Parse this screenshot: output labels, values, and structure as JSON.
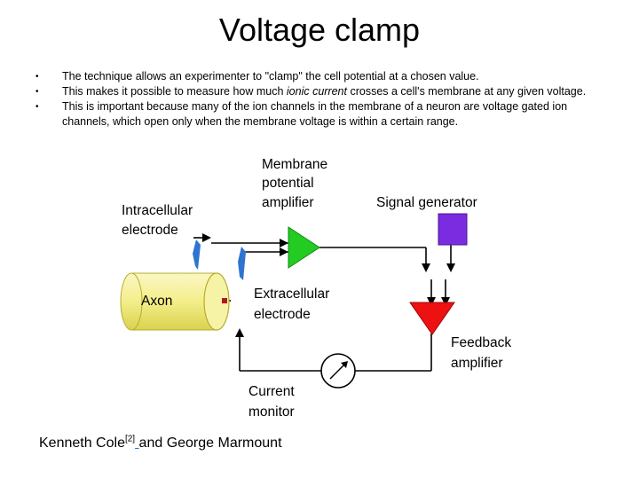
{
  "slide": {
    "title": "Voltage clamp",
    "bullets": [
      {
        "before": "The technique allows an experimenter to \"clamp\" the cell potential at a chosen value.",
        "emphasis": "",
        "after": ""
      },
      {
        "before": "This makes it possible to measure how much ",
        "emphasis": "ionic current",
        "after": " crosses a cell's membrane at any given voltage."
      },
      {
        "before": " This is important because many of the ion channels in the membrane of a neuron are voltage gated ion channels, which open only when the membrane voltage is within a certain range.",
        "emphasis": "",
        "after": ""
      }
    ]
  },
  "diagram": {
    "labels": {
      "intracellular_1": "Intracellular",
      "intracellular_2": "electrode",
      "membrane_1": "Membrane",
      "membrane_2": "potential",
      "membrane_3": "amplifier",
      "signal_generator": "Signal generator",
      "axon": "Axon",
      "extracellular_1": "Extracellular",
      "extracellular_2": "electrode",
      "feedback_1": "Feedback",
      "feedback_2": "amplifier",
      "current_1": "Current",
      "current_2": "monitor"
    },
    "colors": {
      "membrane_amplifier": "#22cc22",
      "signal_generator": "#7b2be0",
      "feedback_amplifier": "#ee1111",
      "axon_fill": "#f3ee8a",
      "electrode": "#2f74d0",
      "wire": "#000000"
    }
  },
  "credit": {
    "prefix": "Kenneth Cole",
    "ref": "[2]",
    "link": " ",
    "suffix": " and George Marmount"
  }
}
